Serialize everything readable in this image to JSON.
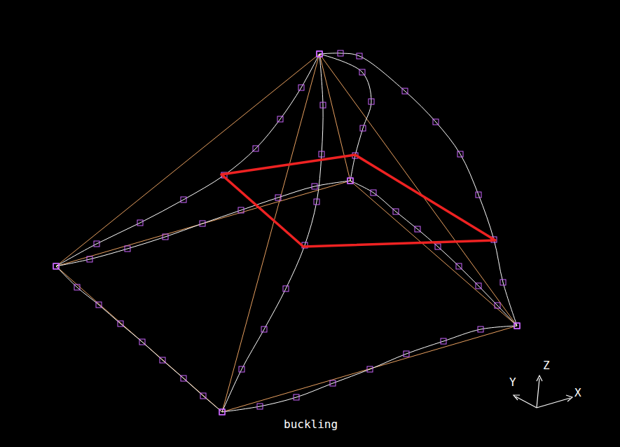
{
  "diagram": {
    "labels": [
      "buckling",
      "Y",
      "Z",
      "X"
    ]
  }
}
